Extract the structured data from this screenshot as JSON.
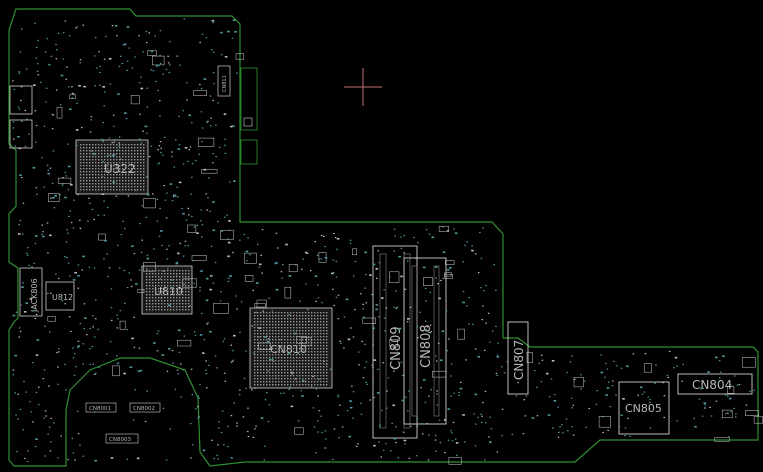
{
  "viewer": {
    "background": "#000000",
    "outline_color": "#2f8f2f",
    "silk_color": "#d0d0d0",
    "pad_color": "#5fa8b0",
    "cursor_color": "#c07070"
  },
  "components": {
    "u322": "U322",
    "u810": "U810",
    "u812": "U812",
    "cn810": "CN810",
    "cn809": "CN809",
    "cn808": "CN808",
    "cn807": "CN807",
    "cn805": "CN805",
    "cn804": "CN804",
    "cn811": "CN811",
    "jack806": "JACK806",
    "cn8001": "CN8001",
    "cn8002": "CN8002",
    "cn8003": "CN8003"
  }
}
